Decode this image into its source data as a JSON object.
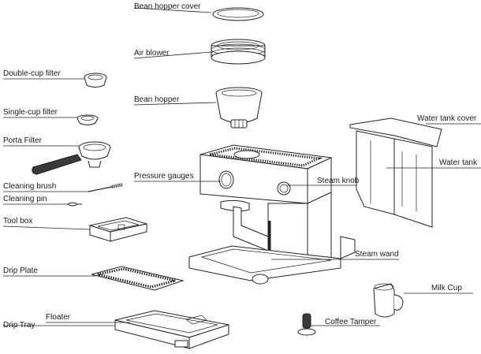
{
  "labels": {
    "bean_hopper_cover": "Bean hopper cover",
    "air_blower": "Air blower",
    "bean_hopper": "Bean hopper",
    "double_cup_filter": "Double-cup filter",
    "single_cup_filter": "Single-cup filter",
    "porta_filter": "Porta Filter",
    "cleaning_brush": "Cleaning brush",
    "cleaning_pin": "Cleaning pin",
    "tool_box": "Tool box",
    "pressure_gauges": "Pressure gauges",
    "steam_knob": "Steam knob",
    "water_tank_cover": "Water tank cover",
    "water_tank": "Water tank",
    "steam_wand": "Steam wand",
    "drip_plate": "Drip Plate",
    "milk_cup": "Milk Cup",
    "floater": "Floater",
    "drip_tray": "Drip Tray",
    "coffee_tamper": "Coffee Tamper"
  }
}
